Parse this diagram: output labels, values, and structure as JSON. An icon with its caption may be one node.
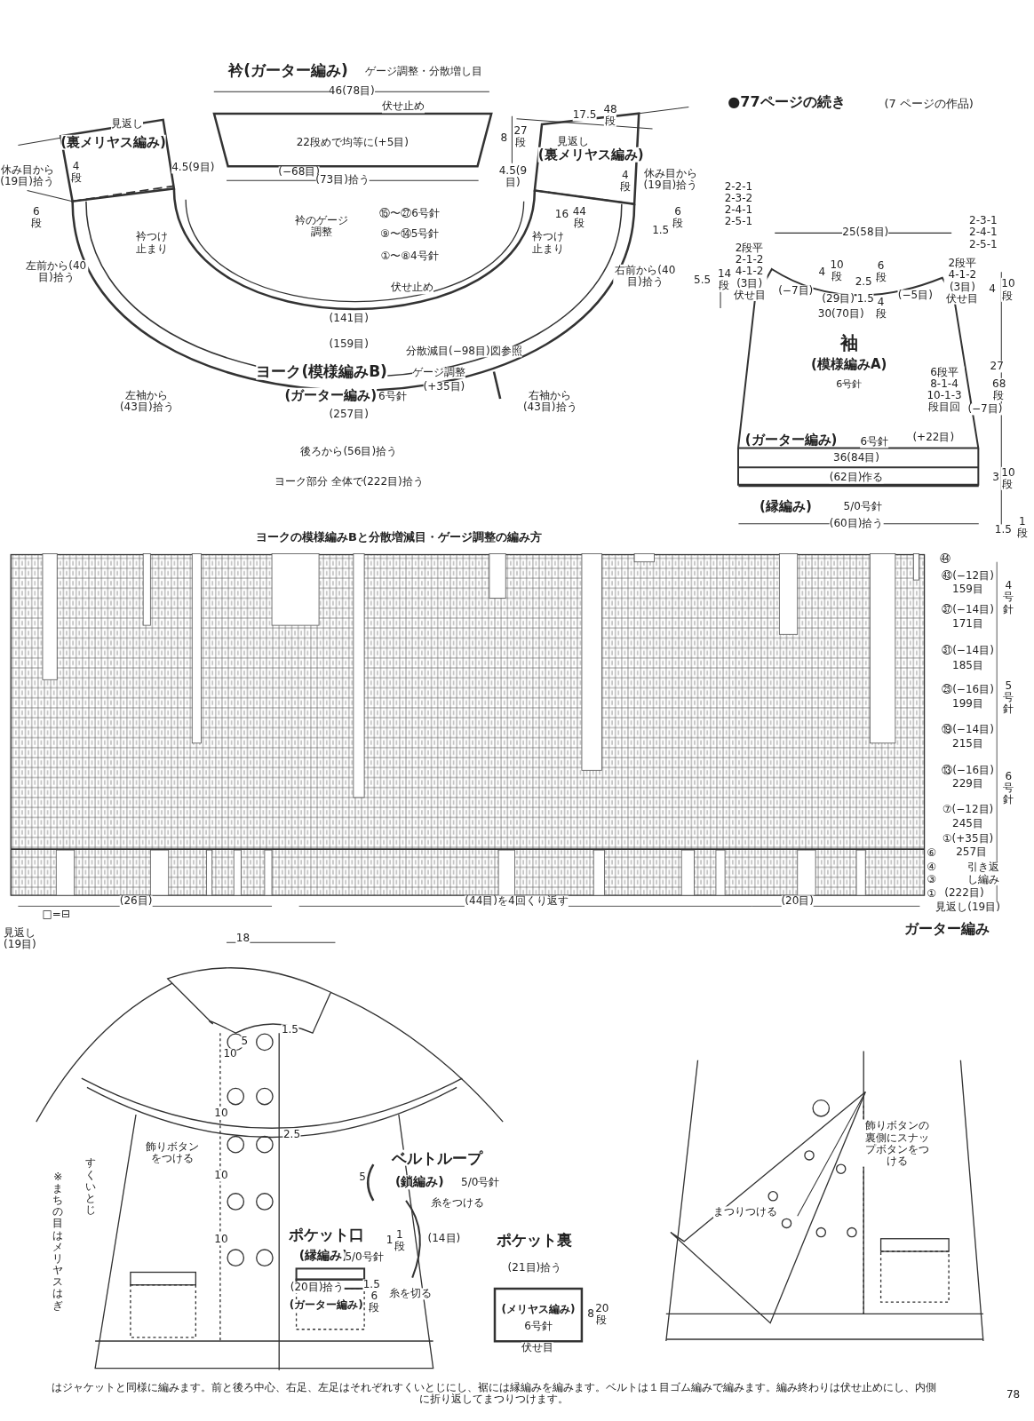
{
  "diagram": {
    "nodes": [
      {
        "text": [
          "22段めで均等に(+5目)"
        ]
      },
      {
        "text": [
          "袖",
          "(模様編みA)",
          "6号針"
        ]
      },
      {
        "text": [
          "(メリヤス編み)",
          "6号針"
        ]
      }
    ],
    "labels": [
      "衿(ガーター編み)",
      "ゲージ調整・分散増し目",
      "46(78目)",
      "伏せ止め",
      "8",
      "27段",
      "見返し",
      "(裏メリヤス編み)",
      "休み目から(19目)拾う",
      "4段",
      "6段",
      "4.5(9目)",
      "(−68目)",
      "(73目)拾う",
      "衿のゲージ調整",
      "⑮〜㉗6号針",
      "⑨〜⑭5号針",
      "①〜⑧4号針",
      "衿つけ止まり",
      "左前から(40目)拾う",
      "伏せ止め",
      "(141目)",
      "(159目)",
      "分散減目(−98目)図参照",
      "ヨーク(模様編みB)",
      "ゲージ調整",
      "(ガーター編み)",
      "6号針",
      "(+35目)",
      "(257目)",
      "左袖から(43目)拾う",
      "後ろから(56目)拾う",
      "ヨーク部分 全体で(222目)拾う",
      "右袖から(43目)拾う",
      "右前から(40目)拾う",
      "衿つけ止まり",
      "16",
      "44段",
      "1.5",
      "6段",
      "4.5(9目)",
      "4段",
      "休み目から(19目)拾う",
      "見返し",
      "(裏メリヤス編み)",
      "17.5",
      "48段",
      "●77ページの続き",
      "(7 ページの作品)",
      "2-2-1 2-3-2 2-4-1 2-5-1",
      "25(58目)",
      "2-3-1 2-4-1 2-5-1",
      "2段平 2-1-2 4-1-2 (3目) 伏せ目",
      "5.5",
      "14段",
      "(−7目)",
      "4",
      "10段",
      "2.5",
      "6段",
      "(29目)",
      "1.5",
      "4段",
      "(−5目)",
      "2段平 4-1-2 (3目) 伏せ目",
      "30(70目)",
      "4",
      "10段",
      "6段平 8-1-4 10-1-3 段目回",
      "(−7目)",
      "27",
      "68段",
      "(ガーター編み)",
      "6号針",
      "(+22目)",
      "36(84目)",
      "(62目)作る",
      "3",
      "10段",
      "(縁編み)",
      "5/0号針",
      "(60目)拾う",
      "1.5",
      "1段",
      "ヨークの模様編みBと分散増減目・ゲージ調整の編み方",
      "㊹",
      "㊸(−12目)",
      "159目",
      "㊲(−14目)",
      "171目",
      "㉛(−14目)",
      "185目",
      "㉕(−16目)",
      "199目",
      "⑲(−14目)",
      "215目",
      "⑬(−16目)",
      "229目",
      "⑦(−12目)",
      "245目",
      "①(+35目)",
      "⑥",
      "257目",
      "④",
      "引き返し編み",
      "③",
      "①",
      "(222目)",
      "見返し(19目)",
      "4号針",
      "5号針",
      "6号針",
      "(26目)",
      "(44目)を4回くり返す",
      "(20目)",
      "ガーター編み",
      "□=⊟",
      "見返し(19目)",
      "18",
      "1.5",
      "5",
      "10",
      "10",
      "飾りボタンをつける",
      "2.5",
      "10",
      "10",
      "※まちの目はメリヤスはぎ",
      "すくいとじ",
      "5",
      "ベルトループ",
      "(鎖編み)",
      "5/0号針",
      "糸をつける",
      "(14目)",
      "ポケット口",
      "(縁編み)",
      "5/0号針",
      "1",
      "1段",
      "1.5",
      "6段",
      "(20目)拾う",
      "(ガーター編み)",
      "糸を切る",
      "ポケット裏",
      "(21目)拾う",
      "8",
      "20段",
      "伏せ目",
      "飾りボタンの裏側にスナップボタンをつける",
      "まつりつける",
      "はジャケットと同様に編みます。前と後ろ中心、右足、左足はそれぞれすくいとじにし、裾には縁編みを編みます。ベルトは１目ゴム編みで編みます。編み終わりは伏せ止めにし、内側に折り返してまつりつけます。",
      "78"
    ]
  }
}
